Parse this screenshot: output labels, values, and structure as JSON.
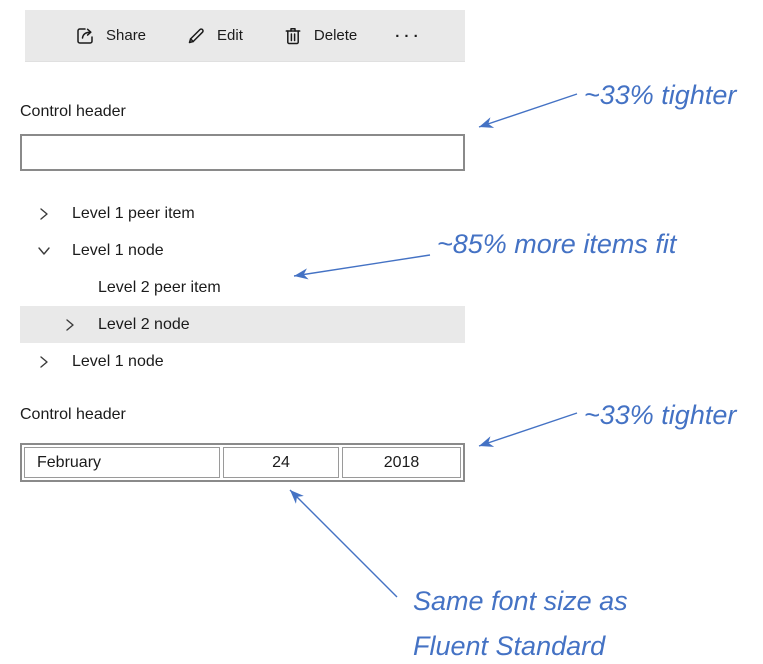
{
  "toolbar": {
    "items": [
      {
        "icon": "share-icon",
        "label": "Share"
      },
      {
        "icon": "edit-icon",
        "label": "Edit"
      },
      {
        "icon": "delete-icon",
        "label": "Delete"
      }
    ],
    "more_label": "..."
  },
  "textbox_section": {
    "header": "Control header",
    "input_value": ""
  },
  "tree": {
    "rows": [
      {
        "label": "Level 1 peer item",
        "chevron": "right",
        "level": 1,
        "selected": false
      },
      {
        "label": "Level 1 node",
        "chevron": "down",
        "level": 1,
        "selected": false
      },
      {
        "label": "Level 2 peer item",
        "chevron": "none",
        "level": 2,
        "selected": false
      },
      {
        "label": "Level 2 node",
        "chevron": "right",
        "level": 2,
        "selected": true
      },
      {
        "label": "Level 1 node",
        "chevron": "right",
        "level": 1,
        "selected": false
      }
    ]
  },
  "datepicker_section": {
    "header": "Control header",
    "month": "February",
    "day": "24",
    "year": "2018"
  },
  "annotations": {
    "tighter_top": "~33% tighter",
    "more_items": "~85% more items fit",
    "tighter_bottom": "~33% tighter",
    "font_size_line1": "Same font size as",
    "font_size_line2": "Fluent Standard"
  },
  "colors": {
    "annotation_blue": "#4472C4",
    "toolbar_bg": "#e9e9e9",
    "selected_row_bg": "#e9e9e9",
    "border_gray": "#8a8a8a",
    "text": "#1b1b1b"
  }
}
